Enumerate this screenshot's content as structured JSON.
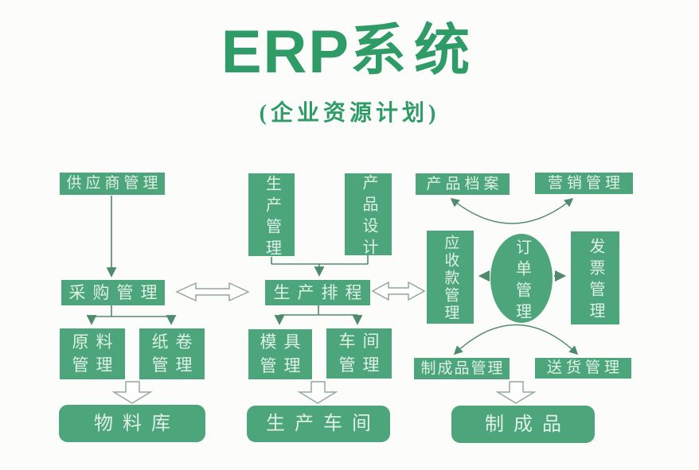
{
  "title": {
    "latin": "ERP",
    "cjk": "系统",
    "subtitle": "(企业资源计划)"
  },
  "colors": {
    "box_green": "#4da57c",
    "title_green": "#2f9c68",
    "box_text": "#dff0e5",
    "arrow_line": "#4e8b6d",
    "hollow_arrow_outline": "#94a89b",
    "background": "#fcfcfa"
  },
  "nodes": {
    "supplier": "供应商管理",
    "purchasing": "采购管理",
    "raw_material": "原料\n管理",
    "paper_roll": "纸卷\n管理",
    "material_store": "物料库",
    "production_mgmt": "生产管理",
    "product_design": "产品设计",
    "production_schedule": "生产排程",
    "mold_mgmt": "模具\n管理",
    "workshop_mgmt": "车间\n管理",
    "production_workshop": "生产车间",
    "product_archive": "产品档案",
    "marketing": "营销管理",
    "receivables": "应收款管理",
    "order_mgmt": "订单管理",
    "invoice": "发票管理",
    "finished_goods_mgmt": "制成品管理",
    "delivery_mgmt": "送货管理",
    "finished_goods": "制成品"
  }
}
